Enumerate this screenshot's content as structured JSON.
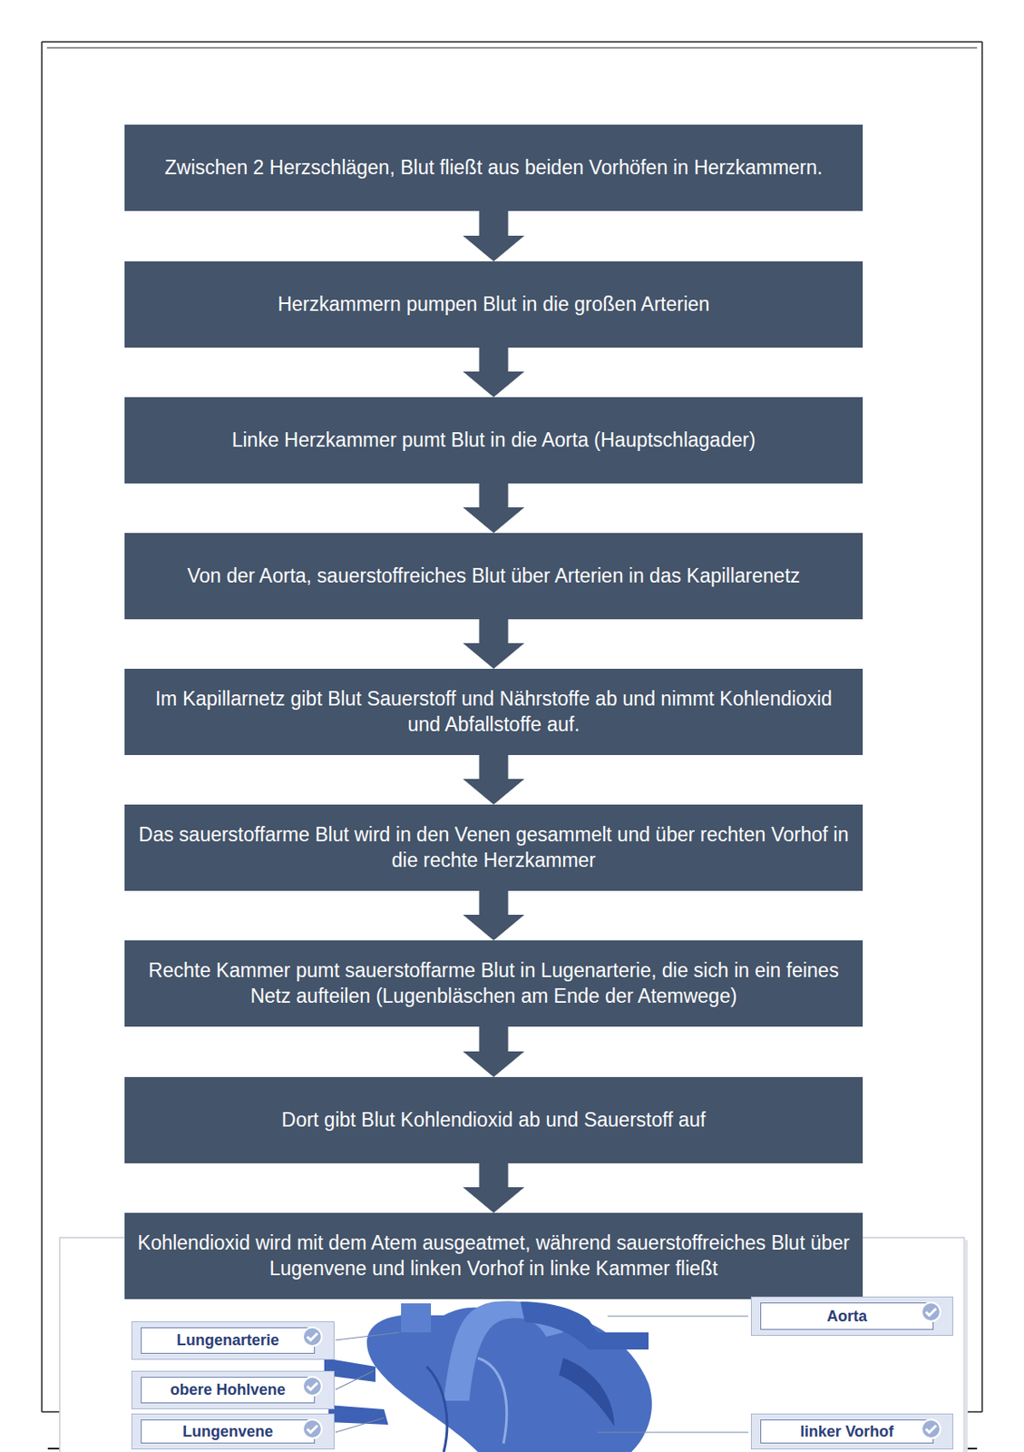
{
  "diagram": {
    "nodes": [
      {
        "text": [
          "Zwischen 2 Herzschlägen, Blut fließt aus beiden Vorhöfen in Herzkammern."
        ]
      },
      {
        "text": [
          "Herzkammern pumpen Blut in die großen Arterien"
        ]
      },
      {
        "text": [
          "Linke Herzkammer pumt Blut in die Aorta (Hauptschlagader)"
        ]
      },
      {
        "text": [
          "Von der Aorta, sauerstoffreiches Blut über Arterien in das Kapillarenetz"
        ]
      },
      {
        "text": [
          "Im Kapillarnetz gibt Blut Sauerstoff und Nährstoffe ab und nimmt Kohlendioxid und Abfallstoffe auf."
        ]
      },
      {
        "text": [
          "Das sauerstoffarme Blut wird in den Venen gesammelt und über rechten Vorhof in die rechte Herzkammer"
        ]
      },
      {
        "text": [
          "Rechte Kammer pumt sauerstoffarme Blut in Lugenarterie, die sich in ein feines Netz aufteilen (Lugenbläschen am Ende der Atemwege)"
        ]
      },
      {
        "text": [
          "Dort gibt Blut Kohlendioxid ab und Sauerstoff auf"
        ]
      },
      {
        "text": [
          "Kohlendioxid wird mit dem Atem ausgeatmet, während sauerstoffreiches Blut über Lugenvene und linken Vorhof in linke Kammer fließt"
        ]
      },
      {
        "text": [
          "Aorta"
        ]
      },
      {
        "text": [
          "Lungenarterie"
        ]
      },
      {
        "text": [
          "obere Hohlvene"
        ]
      },
      {
        "text": [
          "linker Vorhof"
        ]
      },
      {
        "text": [
          "Lungenvene"
        ]
      }
    ],
    "edges": [
      {
        "from": 0,
        "to": 1,
        "arrow": "to"
      },
      {
        "from": 1,
        "to": 2,
        "arrow": "to"
      },
      {
        "from": 2,
        "to": 3,
        "arrow": "to"
      },
      {
        "from": 3,
        "to": 4,
        "arrow": "to"
      },
      {
        "from": 4,
        "to": 5,
        "arrow": "to"
      },
      {
        "from": 5,
        "to": 6,
        "arrow": "to"
      },
      {
        "from": 6,
        "to": 7,
        "arrow": "to"
      },
      {
        "from": 7,
        "to": 8,
        "arrow": "to"
      }
    ]
  }
}
